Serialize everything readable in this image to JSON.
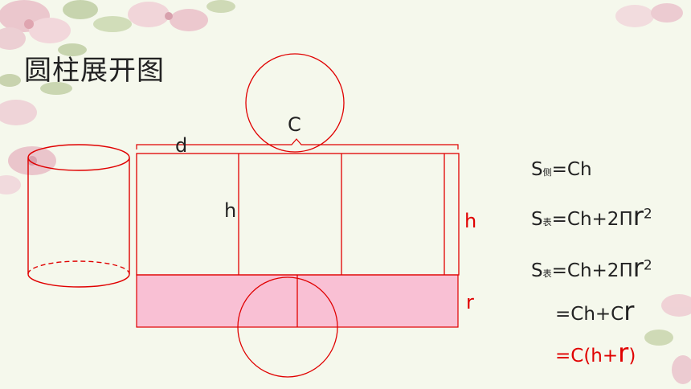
{
  "title": "圆柱展开图",
  "labels": {
    "c": "C",
    "d": "d",
    "h_inner": "h",
    "h_side": "h",
    "r_side": "r"
  },
  "formulas": {
    "lateral": {
      "s": "S",
      "sub": "侧",
      "rest": "=Ch"
    },
    "surface1": {
      "s": "S",
      "sub": "表",
      "rest": "=Ch+2",
      "pi": "Π",
      "r": "r",
      "exp": "2"
    },
    "surface2": {
      "s": "S",
      "sub": "表",
      "rest": "=Ch+2",
      "pi": "Π",
      "r": "r",
      "exp": "2"
    },
    "step3": {
      "rest": "=Ch+C",
      "r": "r"
    },
    "step4": {
      "pre": "=C(h+",
      "r": "r",
      "post": ")"
    }
  },
  "colors": {
    "outline": "#e00000",
    "fill": "#f9c0d4",
    "highlight": "#e00000"
  }
}
